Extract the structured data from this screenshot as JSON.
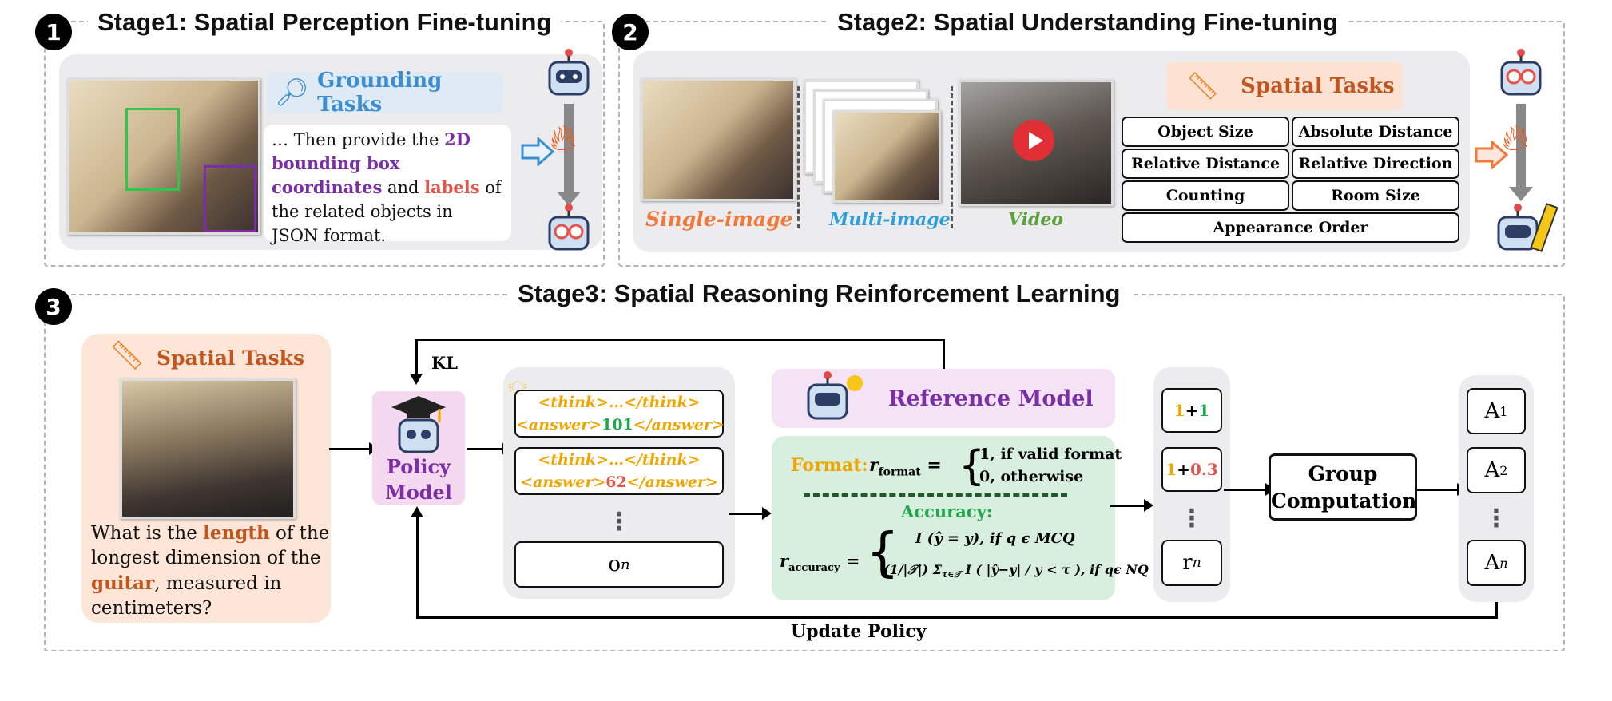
{
  "stage1": {
    "number": "1",
    "title": "Stage1: Spatial Perception Fine-tuning",
    "grounding_title": "Grounding Tasks",
    "prompt_pre": "… Then provide the ",
    "prompt_highlight1": "2D bounding box coordinates",
    "prompt_mid": " and ",
    "prompt_highlight2": "labels",
    "prompt_post": " of the related objects in JSON format."
  },
  "stage2": {
    "number": "2",
    "title": "Stage2: Spatial Understanding Fine-tuning",
    "single_label": "Single-image",
    "multi_label": "Multi-image",
    "video_label": "Video",
    "spatial_tasks_title": "Spatial Tasks",
    "tasks": [
      "Object Size",
      "Absolute Distance",
      "Relative Distance",
      "Relative Direction",
      "Counting",
      "Room Size",
      "Appearance Order"
    ]
  },
  "stage3": {
    "number": "3",
    "title": "Stage3: Spatial Reasoning Reinforcement Learning",
    "spatial_tasks_title": "Spatial Tasks",
    "question_pre": "What is the ",
    "question_hl1": "length",
    "question_mid": " of the longest dimension of the ",
    "question_hl2": "guitar",
    "question_post": ", measured in centimeters?",
    "policy_label_1": "Policy",
    "policy_label_2": "Model",
    "kl_label": "KL",
    "output1_think": "<think>…</think>",
    "output1_answer_open": "<answer>",
    "output1_answer_value": "101",
    "output1_answer_close": "</answer>",
    "output2_think": "<think>…</think>",
    "output2_answer_open": "<answer>",
    "output2_answer_value": "62",
    "output2_answer_close": "</answer>",
    "output_n": "o",
    "output_n_sub": "n",
    "reference_label": "Reference Model",
    "format_label": "Format:",
    "format_r": "r",
    "format_r_sub": "format",
    "format_case1": "1, if valid format",
    "format_case2": "0, otherwise",
    "accuracy_label": "Accuracy:",
    "acc_r": "r",
    "acc_r_sub": "accuracy",
    "acc_case1": "I (ŷ = y), if q ϵ MCQ",
    "acc_case2": "(1/|𝒯|) Σ",
    "acc_case2_sub": "τ∈𝒯",
    "acc_case2_tail": " I ( |ŷ−y| / y < τ ), if qϵ NQ",
    "reward1_a": "1",
    "reward1_b": "1",
    "reward2_a": "1",
    "reward2_b": "0.3",
    "reward_plus": "+",
    "reward_n": "r",
    "reward_n_sub": "n",
    "group_1": "Group",
    "group_2": "Computation",
    "adv": "A",
    "adv1_sub": "1",
    "adv2_sub": "2",
    "advn_sub": "n",
    "update_label": "Update Policy"
  },
  "colors": {
    "purple": "#7b2fa6",
    "red": "#e8534a",
    "orange": "#f0a500",
    "green": "#1fa84a",
    "brown": "#c0561e",
    "blue": "#3b8fd0",
    "format_bg": "#d8efdf",
    "reference_bg": "#f4e3f4"
  }
}
